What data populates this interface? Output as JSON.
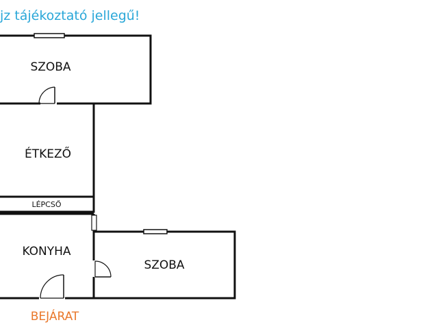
{
  "disclaimer": "jz tájékoztató jellegű!",
  "rooms": {
    "szoba_top": "SZOBA",
    "etkezo": "ÉTKEZŐ",
    "lepcso": "LÉPCSŐ",
    "konyha": "KONYHA",
    "szoba_bottom": "SZOBA"
  },
  "entrance": "BEJÁRAT",
  "colors": {
    "wall": "#111111",
    "disclaimer": "#2aa7d8",
    "entrance": "#e9772a"
  }
}
